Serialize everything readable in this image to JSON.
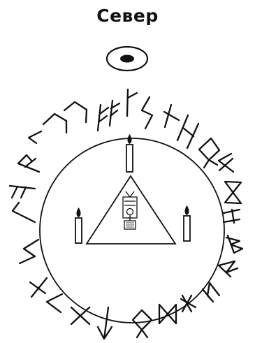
{
  "title": "Север",
  "colors": {
    "ink": "#111111",
    "background": "#ffffff"
  },
  "diagram": {
    "elements": [
      "north-marker",
      "rune-ring",
      "magic-circle",
      "triangle",
      "candle",
      "figure-icon"
    ],
    "rune_count": 23,
    "candle_count": 3
  }
}
